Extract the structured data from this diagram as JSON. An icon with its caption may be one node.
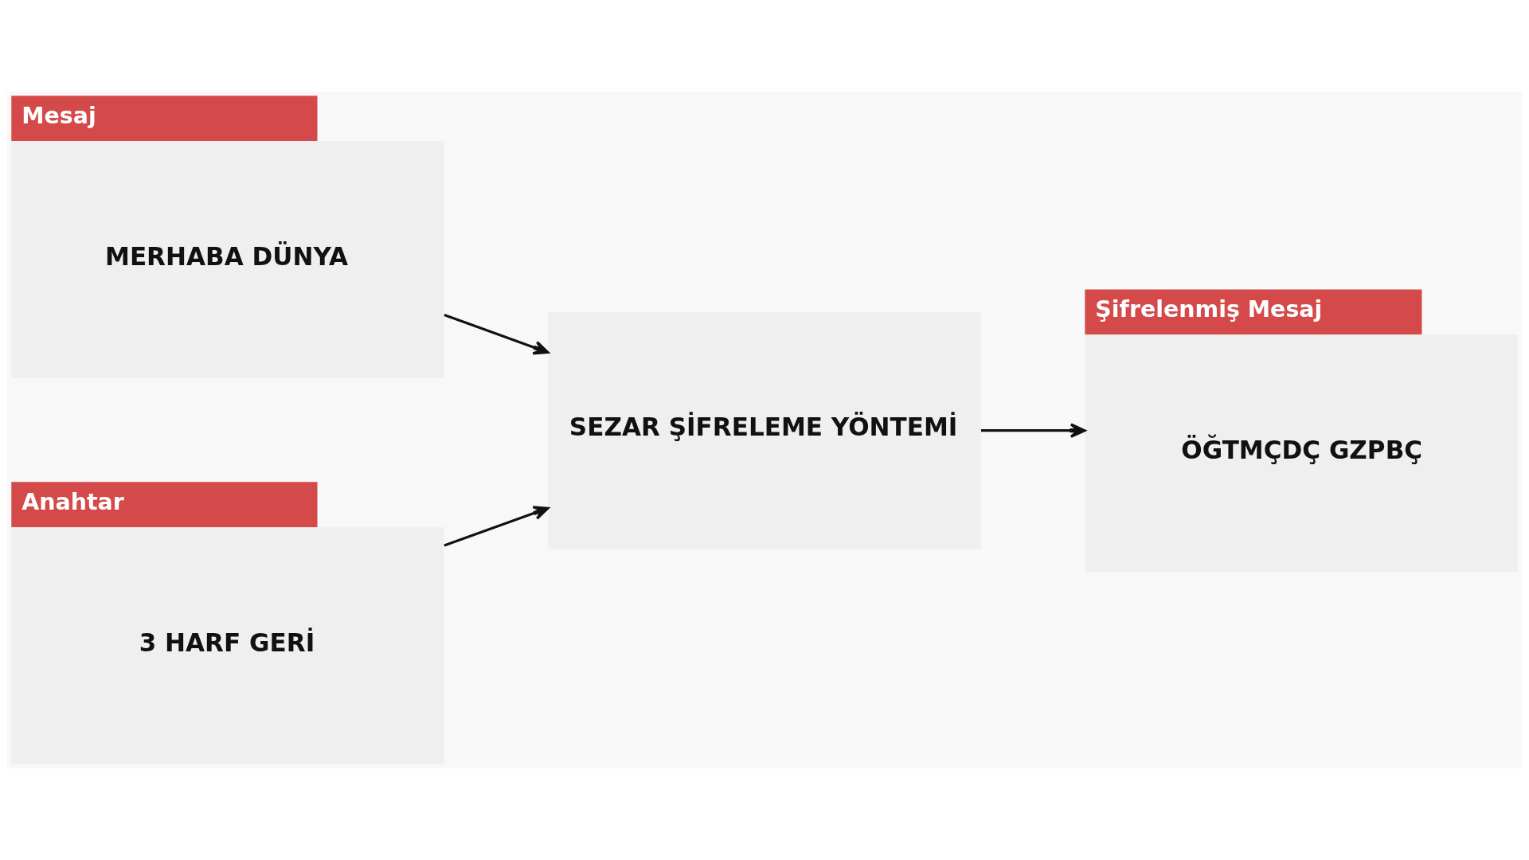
{
  "diagram": {
    "nodes": [
      {
        "text": [
          "Mesaj",
          "MERHABA DÜNYA"
        ]
      },
      {
        "text": [
          "Anahtar",
          "3 HARF GERİ"
        ]
      },
      {
        "text": [
          "SEZAR ŞİFRELEME YÖNTEMİ"
        ]
      },
      {
        "text": [
          "Şifrelenmiş Mesaj",
          "ÖĞTMÇDÇ GZPBÇ"
        ]
      }
    ],
    "edges": [
      {
        "from": 0,
        "to": 2,
        "arrow": "to"
      },
      {
        "from": 1,
        "to": 2,
        "arrow": "to"
      },
      {
        "from": 2,
        "to": 3,
        "arrow": "to"
      }
    ]
  }
}
